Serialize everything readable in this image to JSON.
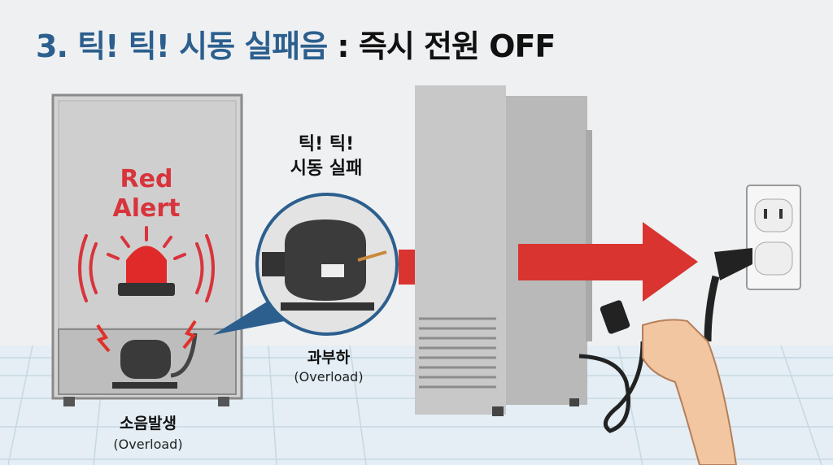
{
  "title": {
    "numbered": "3. 틱! 틱! 시동 실패음",
    "separator": ":",
    "action": "즉시 전원 OFF"
  },
  "fridge": {
    "alert_line1": "Red",
    "alert_line2": "Alert"
  },
  "callout": {
    "line1": "틱! 틱!",
    "line2": "시동 실패"
  },
  "compressor_label": {
    "main": "과부하",
    "sub": "(Overload)"
  },
  "noise_label": {
    "main": "소음발생",
    "sub": "(Overload)"
  },
  "colors": {
    "title_blue": "#2c5f8e",
    "alert_red": "#d8343c",
    "arrow_red": "#d9342f"
  }
}
